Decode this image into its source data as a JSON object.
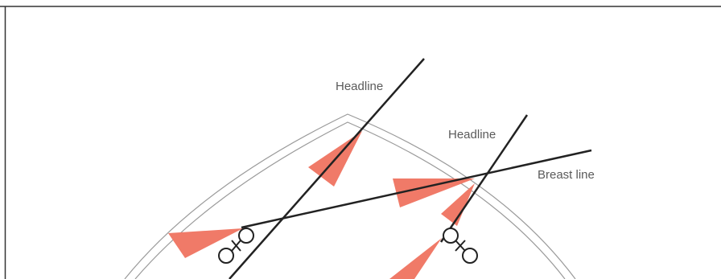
{
  "labels": {
    "headline_1": "Headline",
    "headline_2": "Headline",
    "breast_line": "Breast line"
  },
  "colors": {
    "line": "#222222",
    "sail_fill": "#f07a68",
    "boundary": "#9a9a9a",
    "frame": "#333333",
    "text": "#5a5a5a"
  },
  "icons": {
    "bollard_1": "bollard-icon",
    "bollard_2": "bollard-icon"
  }
}
